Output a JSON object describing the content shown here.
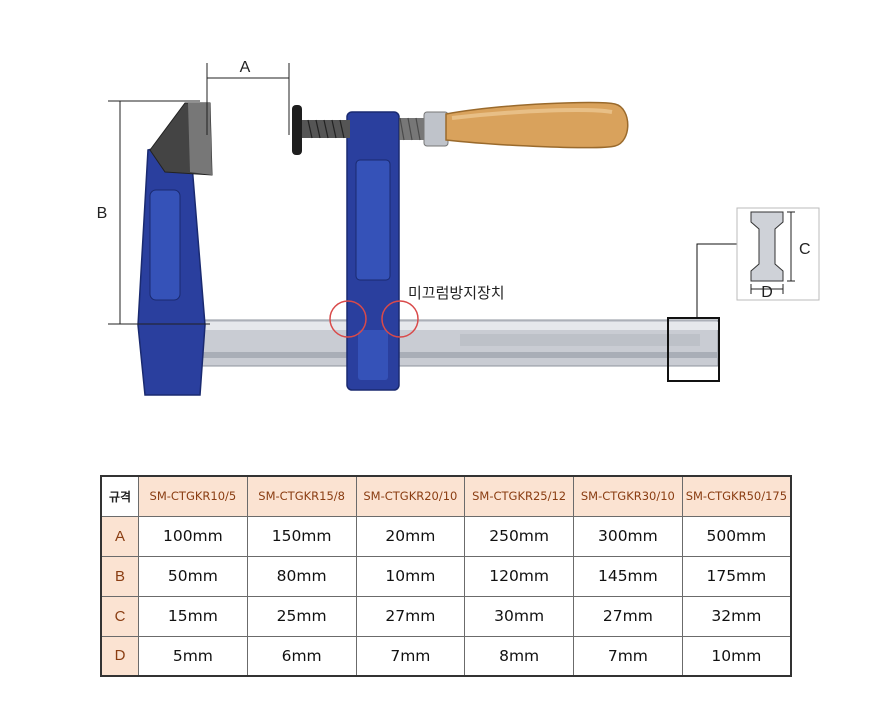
{
  "illustration": {
    "dimension_labels": {
      "a": "A",
      "b": "B",
      "c": "C",
      "d": "D"
    },
    "feature_label": "미끄럼방지장치",
    "colors": {
      "frame_blue": "#2a3f9e",
      "bar_silver": "#c9ccd3",
      "handle_wood": "#d9a25c",
      "circle_red": "#d94a4a"
    }
  },
  "table": {
    "corner": "규격",
    "models": [
      "SM-CTGKR10/5",
      "SM-CTGKR15/8",
      "SM-CTGKR20/10",
      "SM-CTGKR25/12",
      "SM-CTGKR30/10",
      "SM-CTGKR50/175"
    ],
    "rows": [
      {
        "label": "A",
        "values": [
          "100mm",
          "150mm",
          "20mm",
          "250mm",
          "300mm",
          "500mm"
        ]
      },
      {
        "label": "B",
        "values": [
          "50mm",
          "80mm",
          "10mm",
          "120mm",
          "145mm",
          "175mm"
        ]
      },
      {
        "label": "C",
        "values": [
          "15mm",
          "25mm",
          "27mm",
          "30mm",
          "27mm",
          "32mm"
        ]
      },
      {
        "label": "D",
        "values": [
          "5mm",
          "6mm",
          "7mm",
          "8mm",
          "7mm",
          "10mm"
        ]
      }
    ],
    "colors": {
      "header_bg": "#fbe3d2",
      "header_text": "#8a3d12"
    }
  }
}
